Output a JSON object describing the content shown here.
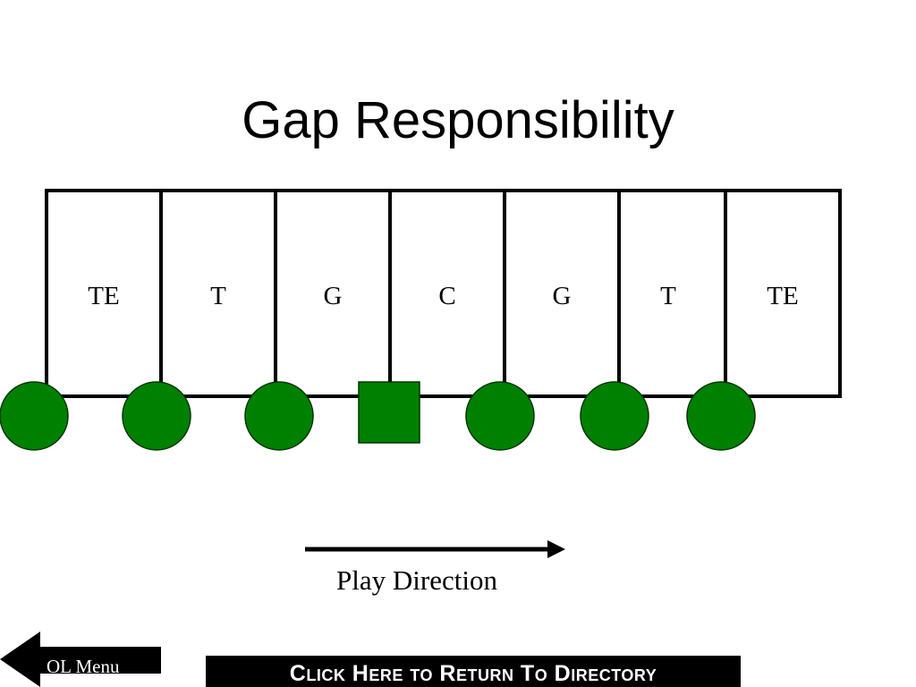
{
  "slide": {
    "title": "Gap Responsibility",
    "play_direction_label": "Play Direction"
  },
  "gaps": [
    {
      "label": "TE"
    },
    {
      "label": "T"
    },
    {
      "label": "G"
    },
    {
      "label": "C"
    },
    {
      "label": "G"
    },
    {
      "label": "T"
    },
    {
      "label": "TE"
    }
  ],
  "linemen": [
    {
      "shape": "circle"
    },
    {
      "shape": "circle"
    },
    {
      "shape": "circle"
    },
    {
      "shape": "square"
    },
    {
      "shape": "circle"
    },
    {
      "shape": "circle"
    },
    {
      "shape": "circle"
    }
  ],
  "navigation": {
    "back_label": "OL Menu",
    "back_icon": "left-arrow-icon",
    "directory_label": "Click Here to Return To Directory"
  },
  "colors": {
    "player_fill": "#008000",
    "player_stroke": "#003300",
    "line": "#000000",
    "button_bg": "#000000",
    "button_text": "#ffffff"
  }
}
